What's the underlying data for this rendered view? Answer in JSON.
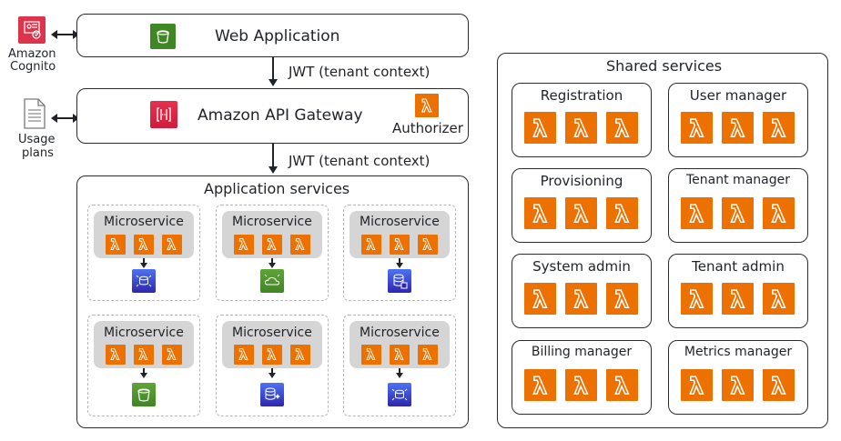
{
  "top_left": {
    "cognito_label": [
      "Amazon",
      "Cognito"
    ],
    "usage_label": [
      "Usage",
      "plans"
    ]
  },
  "web_app": {
    "title": "Web Application"
  },
  "jwt_1": "JWT (tenant context)",
  "api_gateway": {
    "title": "Amazon API Gateway",
    "authorizer": "Authorizer"
  },
  "jwt_2": "JWT (tenant context)",
  "application_services": {
    "title": "Application services",
    "microservices": [
      {
        "label": "Microservice"
      },
      {
        "label": "Microservice"
      },
      {
        "label": "Microservice"
      },
      {
        "label": "Microservice"
      },
      {
        "label": "Microservice"
      },
      {
        "label": "Microservice"
      }
    ]
  },
  "shared_services": {
    "title": "Shared services",
    "cards": [
      {
        "label": "Registration"
      },
      {
        "label": "User manager"
      },
      {
        "label": "Provisioning"
      },
      {
        "label": "Tenant manager"
      },
      {
        "label": "System admin"
      },
      {
        "label": "Tenant admin"
      },
      {
        "label": "Billing manager"
      },
      {
        "label": "Metrics manager"
      }
    ]
  },
  "colors": {
    "lambda": "#ed7100",
    "cognito": "#dd344c",
    "s3": "#3f8624",
    "db": "#2e27ad"
  },
  "icons": [
    "cognito-icon",
    "document-icon",
    "s3-bucket-icon",
    "api-gateway-icon",
    "lambda-icon",
    "database-icon"
  ]
}
